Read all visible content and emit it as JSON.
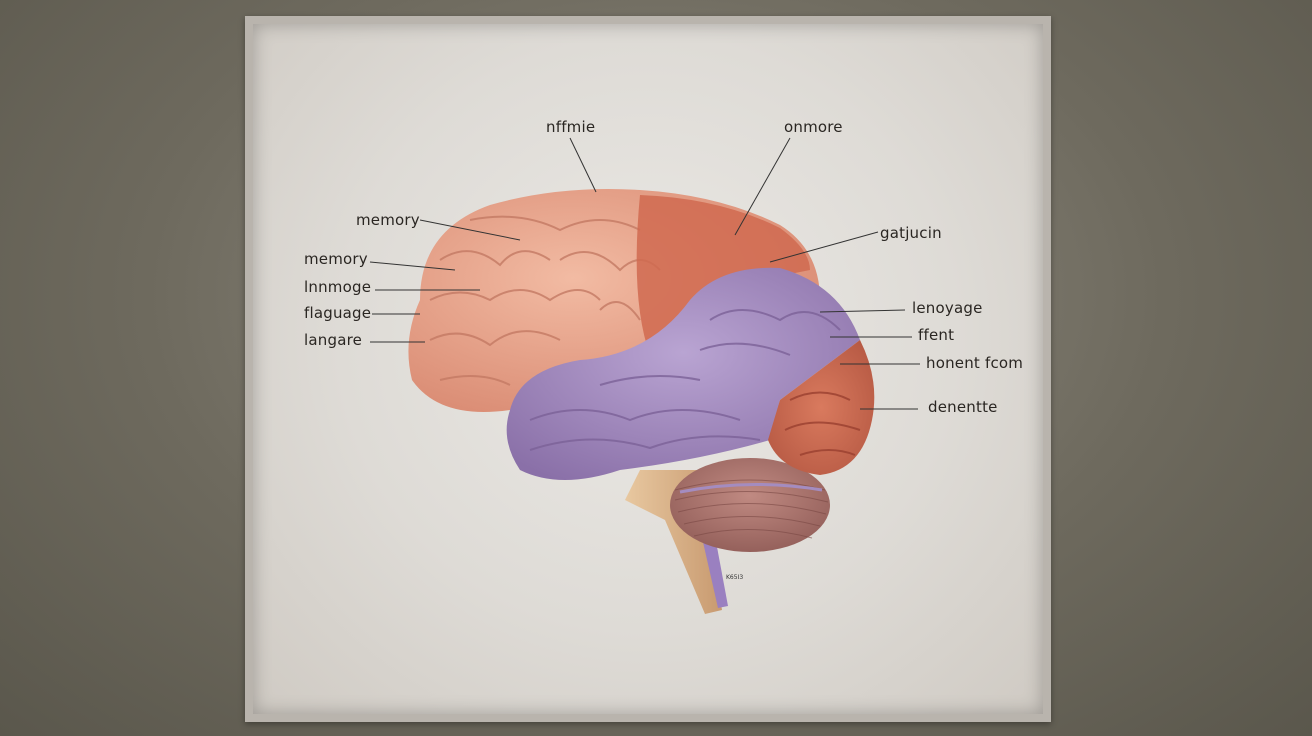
{
  "diagram": {
    "subject": "brain anatomy illustration",
    "labels_top": [
      {
        "id": "top-left",
        "text": "nffmie"
      },
      {
        "id": "top-right",
        "text": "onmore"
      }
    ],
    "labels_left": [
      {
        "id": "left-1",
        "text": "memory"
      },
      {
        "id": "left-2",
        "text": "memory"
      },
      {
        "id": "left-3",
        "text": "lnnmoge"
      },
      {
        "id": "left-4",
        "text": "flaguage"
      },
      {
        "id": "left-5",
        "text": "langare"
      }
    ],
    "labels_right": [
      {
        "id": "right-1",
        "text": "gatjucin"
      },
      {
        "id": "right-2",
        "text": "lenoyage"
      },
      {
        "id": "right-3",
        "text": "ffent"
      },
      {
        "id": "right-4",
        "text": "honent fcom"
      },
      {
        "id": "right-5",
        "text": "denentte"
      }
    ],
    "small_annotation": "K65I3",
    "colors": {
      "frontal": "#e8a58e",
      "temporal": "#a48cc0",
      "occipital": "#c8654e",
      "cerebellum": "#a8706a",
      "brainstem": "#d9b08a",
      "background": "#6e6a5e",
      "panel": "#e4e1dc"
    }
  }
}
